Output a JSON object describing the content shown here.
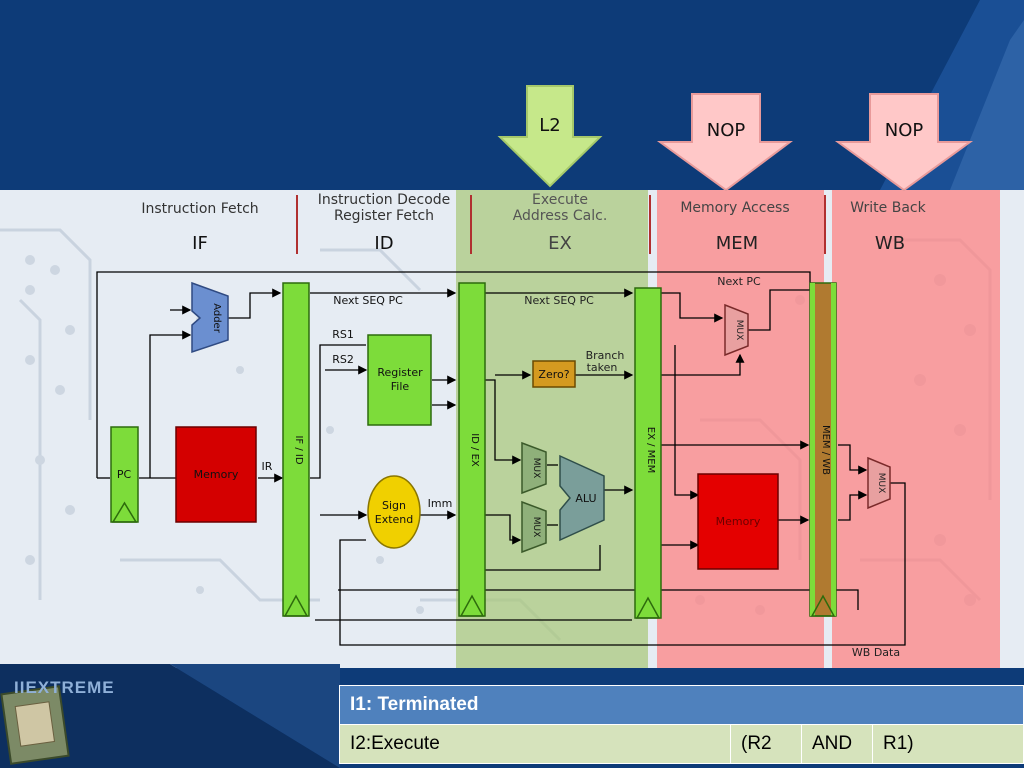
{
  "slide": {
    "brand": "IIEXTREME",
    "arrows": {
      "l2": "L2",
      "nop_mem": "NOP",
      "nop_wb": "NOP"
    },
    "stages": [
      {
        "title": "Instruction Fetch",
        "abbr": "IF"
      },
      {
        "title_line1": "Instruction Decode",
        "title_line2": "Register Fetch",
        "abbr": "ID"
      },
      {
        "title_line1": "Execute",
        "title_line2": "Address Calc.",
        "abbr": "EX"
      },
      {
        "title": "Memory Access",
        "abbr": "MEM"
      },
      {
        "title": "Write Back",
        "abbr": "WB"
      }
    ],
    "table": {
      "row1": "I1: Terminated",
      "row2_name": "I2:Execute",
      "row2_op1": "(R2",
      "row2_op": "AND",
      "row2_op2": "R1)"
    }
  },
  "diagram": {
    "adder": "Adder",
    "pc": "PC",
    "memory_if": "Memory",
    "ir": "IR",
    "if_id": "IF / ID",
    "next_seq_pc_1": "Next SEQ PC",
    "rs1": "RS1",
    "rs2": "RS2",
    "register_file_l1": "Register",
    "register_file_l2": "File",
    "sign_extend_l1": "Sign",
    "sign_extend_l2": "Extend",
    "imm": "Imm",
    "id_ex": "ID / EX",
    "next_seq_pc_2": "Next SEQ PC",
    "zero": "Zero?",
    "branch_l1": "Branch",
    "branch_l2": "taken",
    "mux": "MUX",
    "alu": "ALU",
    "ex_mem": "EX / MEM",
    "next_pc": "Next PC",
    "memory_mem": "Memory",
    "mem_wb": "MEM / WB",
    "wb_data": "WB Data"
  },
  "colors": {
    "header_blue": "#0d3b78",
    "stage_green_overlay": "#a9c87a",
    "stage_red_overlay": "#ff8080",
    "arrow_green": "#c6e88a",
    "arrow_pink": "#ffc8c8",
    "latch_green": "#7ddc3a",
    "memory_red": "#d40000",
    "adder_blue": "#6b8fd0",
    "sign_yellow": "#f0d000",
    "zero_orange": "#d49a20",
    "alu_gray": "#7a9e9a"
  }
}
